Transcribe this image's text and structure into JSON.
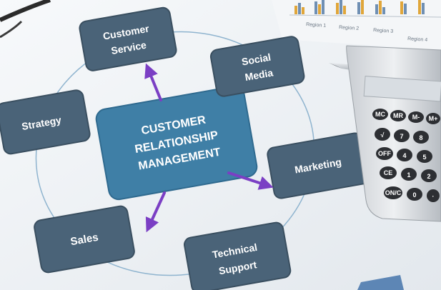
{
  "diagram": {
    "center_lines": [
      "CUSTOMER",
      "RELATIONSHIP",
      "MANAGEMENT"
    ],
    "nodes": {
      "customer_service": [
        "Customer",
        "Service"
      ],
      "social_media": [
        "Social",
        "Media"
      ],
      "strategy": [
        "Strategy"
      ],
      "marketing": [
        "Marketing"
      ],
      "sales": [
        "Sales"
      ],
      "technical_support": [
        "Technical",
        "Support"
      ]
    }
  },
  "background_chart": {
    "region_labels": [
      "Region 1",
      "Region 2",
      "Region 3",
      "Region 4"
    ]
  },
  "calculator": {
    "keys": [
      "MC",
      "MR",
      "M-",
      "M+",
      "√",
      "7",
      "8",
      "OFF",
      "4",
      "5",
      "CE",
      "1",
      "2",
      "ON/C",
      "0",
      "·"
    ]
  },
  "colors": {
    "box": "#4a6378",
    "center_box": "#3f7fa6",
    "arrow": "#7b3fc4",
    "circle": "#8fb4cf"
  }
}
